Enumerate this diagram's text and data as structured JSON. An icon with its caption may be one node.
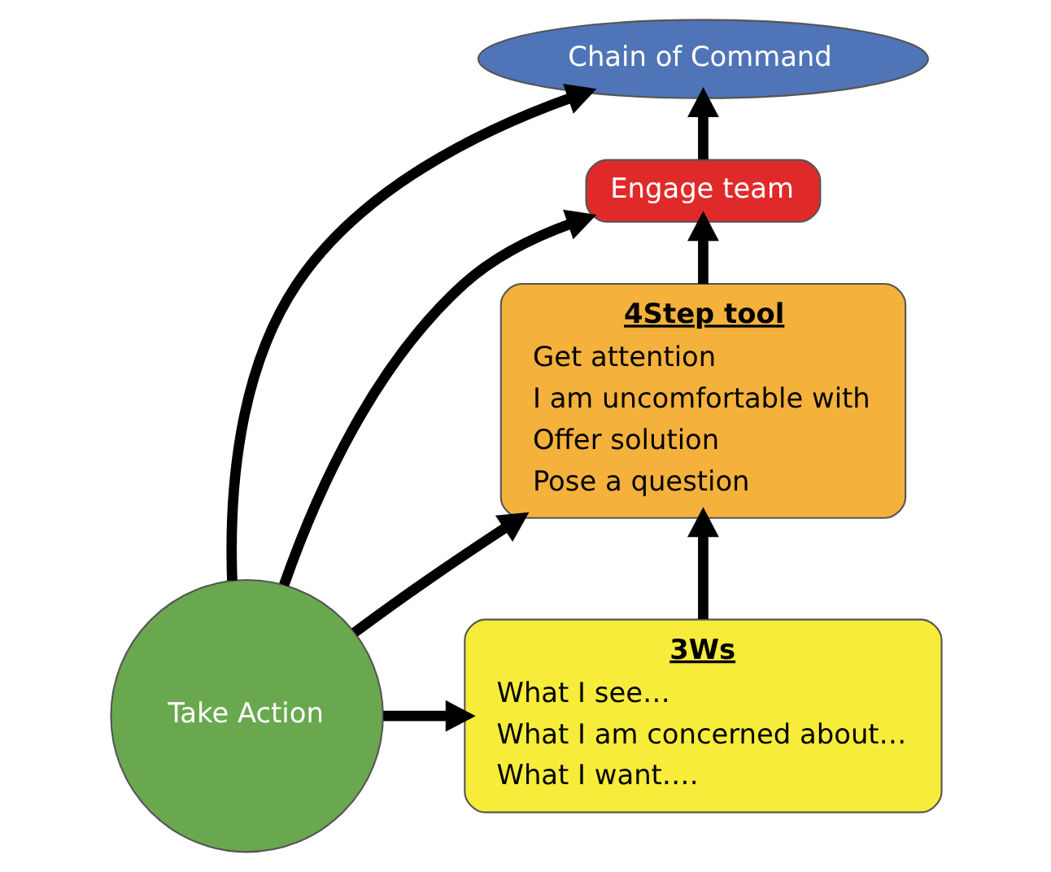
{
  "diagram": {
    "nodes": [
      {
        "text": [
          "Chain of Command"
        ]
      },
      {
        "text": [
          "Engage team"
        ]
      },
      {
        "text": [
          "4Step tool",
          "Get attention",
          "I am uncomfortable with",
          "Offer solution",
          "Pose a question"
        ]
      },
      {
        "text": [
          "Take Action"
        ]
      },
      {
        "text": [
          "3Ws",
          "What I see…",
          "What I am concerned about…",
          "What I want…."
        ]
      }
    ],
    "edges": [
      {
        "from": 1,
        "to": 0,
        "arrow": "to"
      },
      {
        "from": 2,
        "to": 1,
        "arrow": "to"
      },
      {
        "from": 3,
        "to": 0,
        "arrow": "to"
      },
      {
        "from": 3,
        "to": 1,
        "arrow": "to"
      },
      {
        "from": 3,
        "to": 2,
        "arrow": "to"
      },
      {
        "from": 4,
        "to": 2,
        "arrow": "to"
      },
      {
        "from": 3,
        "to": 4,
        "arrow": "to"
      }
    ]
  }
}
